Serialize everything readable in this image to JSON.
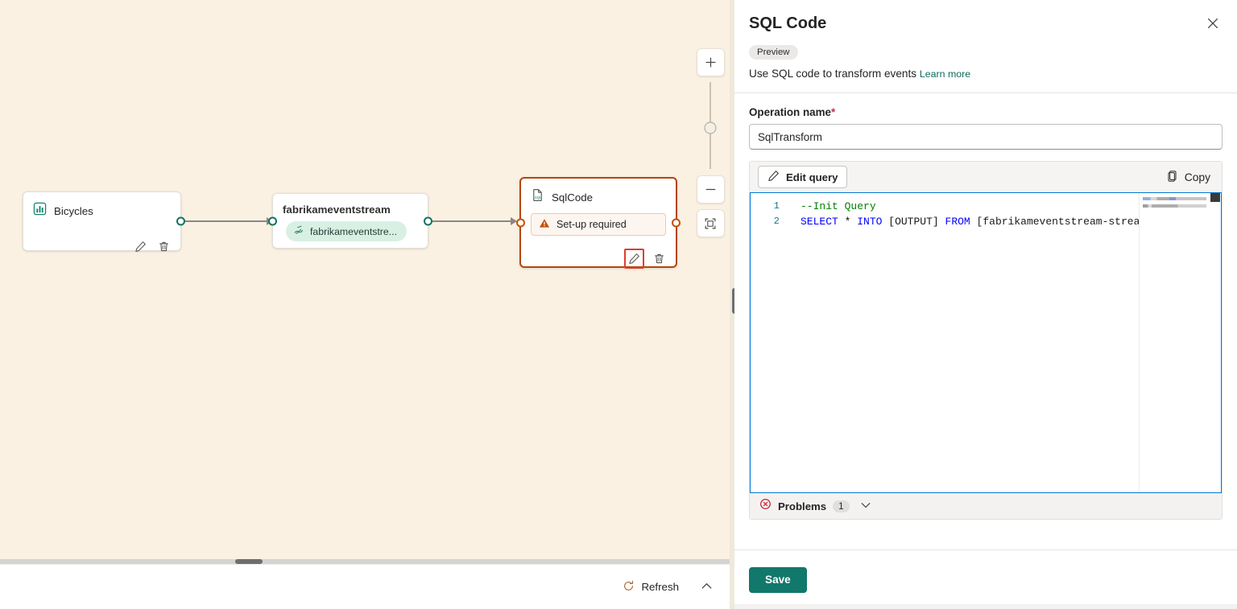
{
  "canvas": {
    "nodes": [
      {
        "id": "bicycles",
        "title": "Bicycles",
        "icon": "bar-chart-icon",
        "edit_label": "Edit",
        "delete_label": "Delete"
      },
      {
        "id": "fabrikameventstream",
        "title": "fabrikameventstream",
        "pill_icon": "eventstream-icon",
        "pill_label": "fabrikameventstre..."
      },
      {
        "id": "sqlcode",
        "title": "SqlCode",
        "icon": "sql-file-icon",
        "status_icon": "warning-triangle-icon",
        "status_label": "Set-up required",
        "edit_label": "Edit",
        "delete_label": "Delete",
        "selected_border_color": "#b5450c"
      }
    ],
    "zoom_controls": {
      "zoom_in_label": "+",
      "zoom_out_label": "−",
      "fit_label": "Fit to screen"
    },
    "bottom_bar": {
      "refresh_label": "Refresh",
      "refresh_icon": "refresh-icon",
      "collapse_icon": "chevron-up-icon"
    }
  },
  "panel": {
    "title": "SQL Code",
    "close_icon": "close-icon",
    "badge": "Preview",
    "description": "Use SQL code to transform events",
    "learn_more": "Learn more",
    "operation_name": {
      "label": "Operation name",
      "required_marker": "*",
      "value": "SqlTransform"
    },
    "editor_toolbar": {
      "edit_query_label": "Edit query",
      "edit_query_icon": "pencil-icon",
      "copy_label": "Copy",
      "copy_icon": "copy-icon"
    },
    "code": {
      "lines": [
        {
          "number": "1",
          "tokens": [
            {
              "text": "--Init Query",
              "type": "comment"
            }
          ]
        },
        {
          "number": "2",
          "tokens": [
            {
              "text": "SELECT",
              "type": "kw"
            },
            {
              "text": " ",
              "type": "plain"
            },
            {
              "text": "*",
              "type": "op"
            },
            {
              "text": " ",
              "type": "plain"
            },
            {
              "text": "INTO",
              "type": "kw"
            },
            {
              "text": " ",
              "type": "plain"
            },
            {
              "text": "[OUTPUT]",
              "type": "id"
            },
            {
              "text": " ",
              "type": "plain"
            },
            {
              "text": "FROM",
              "type": "kw"
            },
            {
              "text": " ",
              "type": "plain"
            },
            {
              "text": "[fabrikameventstream-stream]",
              "type": "id"
            }
          ]
        }
      ]
    },
    "problems": {
      "icon": "error-circle-icon",
      "label": "Problems",
      "count": "1",
      "chevron_icon": "chevron-down-icon"
    },
    "footer": {
      "save_label": "Save"
    }
  }
}
